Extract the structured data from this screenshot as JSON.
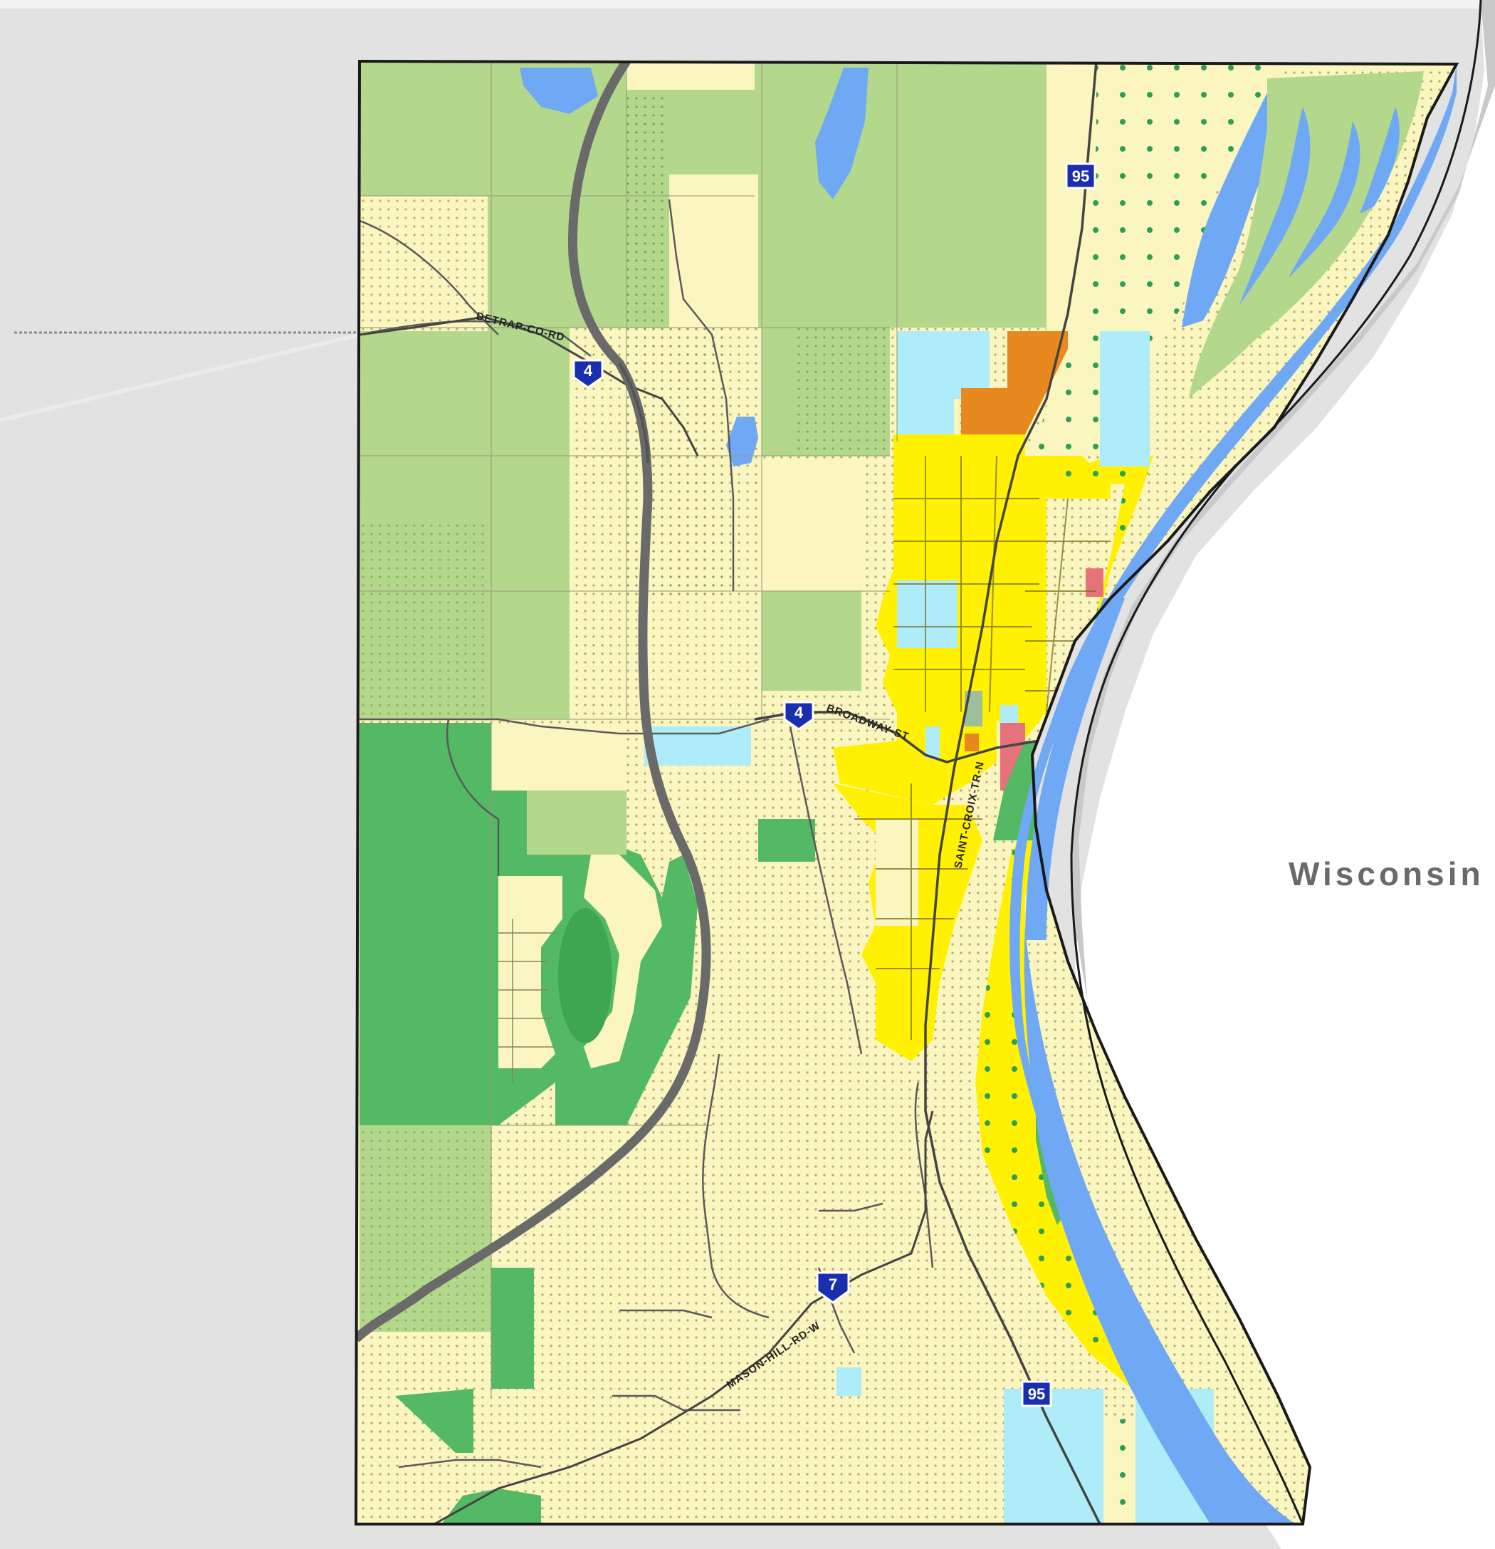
{
  "map": {
    "state_label": "Wisconsin",
    "shields": {
      "hwy4_north": "4",
      "hwy4_town": "4",
      "hwy7": "7",
      "us95_north": "95",
      "us95_south": "95"
    },
    "roads": {
      "north_road": "DETRAP-CO-RD",
      "broadway": "BROADWAY-ST",
      "saint_croix": "SAINT-CROIX-TR-N",
      "south_road": "MASON-HILL-RD-W"
    },
    "colors": {
      "background": "#e2e2e2",
      "water": "#6fa8f5",
      "agriculture": "#b3d88c",
      "forest_green": "#54b965",
      "residential_low": "#fbf6bf",
      "residential": "#fff100",
      "institutional": "#aeecf9",
      "industrial": "#e8891f",
      "commercial": "#e8727c",
      "highway": "#6a6a6a",
      "shield": "#1a2eb0"
    }
  }
}
